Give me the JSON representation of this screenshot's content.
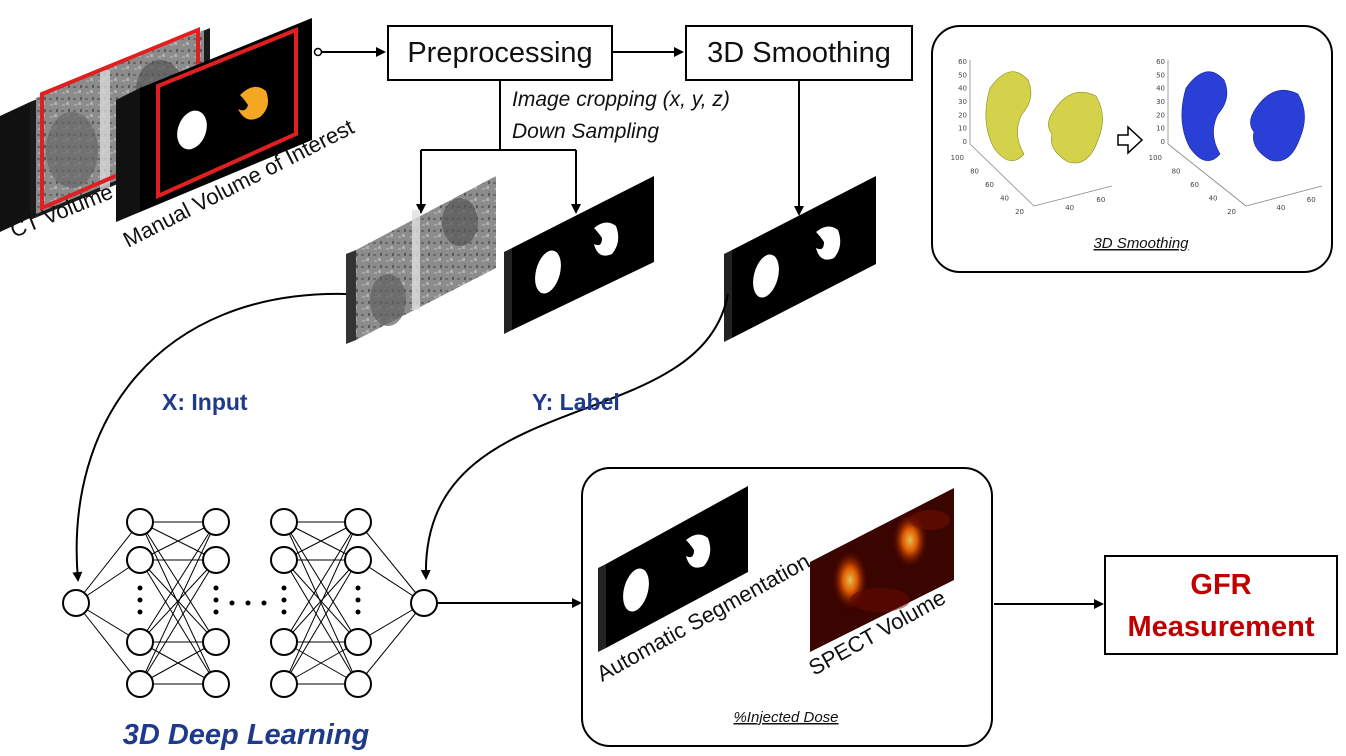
{
  "inputs": {
    "ct_volume": "CT Volume",
    "manual_voi": "Manual Volume of Interest"
  },
  "boxes": {
    "preprocessing": "Preprocessing",
    "smoothing": "3D Smoothing",
    "gfr_line1": "GFR",
    "gfr_line2": "Measurement"
  },
  "preprocessing_steps": {
    "cropping": "Image cropping (x, y, z)",
    "downsampling": "Down Sampling"
  },
  "smoothing_panel": {
    "caption": "3D Smoothing",
    "left_z_ticks": [
      "60",
      "50",
      "40",
      "30",
      "20",
      "10",
      "0"
    ],
    "left_x_ticks": [
      "100",
      "80",
      "60",
      "40",
      "20"
    ],
    "left_y_ticks": [
      "40",
      "60"
    ],
    "right_z_ticks": [
      "60",
      "50",
      "40",
      "30",
      "20",
      "10",
      "0"
    ],
    "right_x_ticks": [
      "100",
      "80",
      "60",
      "40",
      "20"
    ],
    "right_y_ticks": [
      "40",
      "60"
    ],
    "colors": {
      "before": "#d4d24a",
      "after": "#2a3fd6"
    }
  },
  "labels": {
    "x_input": "X: Input",
    "y_label": "Y: Label",
    "deep_learning": "3D Deep Learning"
  },
  "output_panel": {
    "auto_seg": "Automatic Segmentation",
    "spect": "SPECT Volume",
    "caption": "%Injected Dose"
  },
  "colors": {
    "accent_blue": "#1f3a8a",
    "gfr_red": "#c00000",
    "voi_red": "#e02020",
    "kidney_orange": "#f5a623"
  }
}
